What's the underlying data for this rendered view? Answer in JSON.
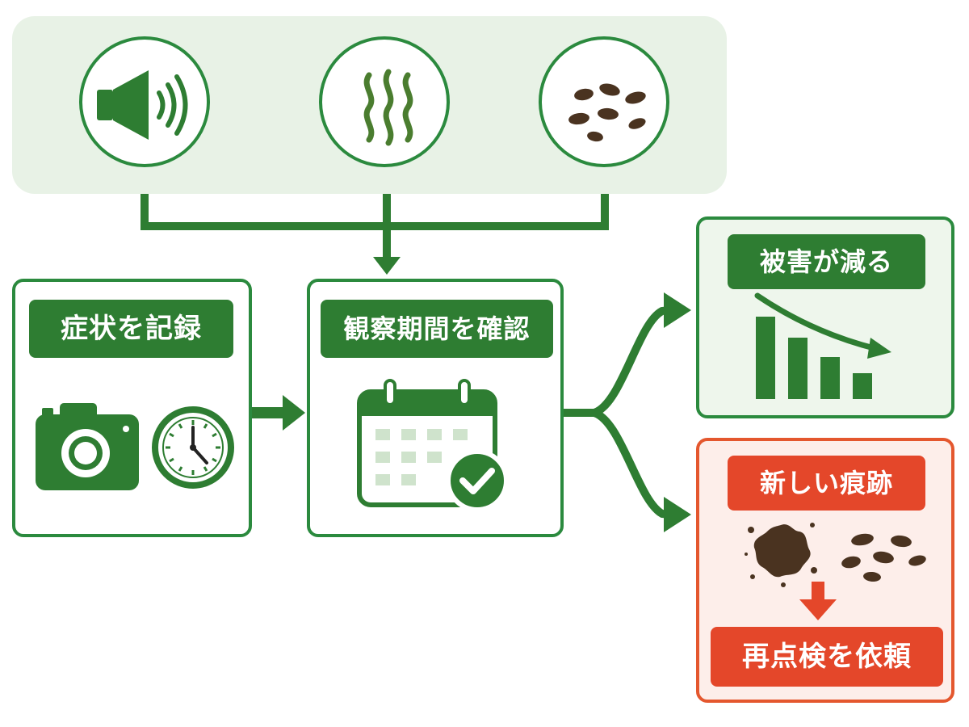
{
  "symptoms": {
    "icons": [
      "speaker-sound-icon",
      "odor-waves-icon",
      "droppings-icon"
    ]
  },
  "steps": {
    "record": {
      "label": "症状を記録",
      "icons": [
        "camera-icon",
        "clock-icon"
      ]
    },
    "observe": {
      "label": "観察期間を確認",
      "icons": [
        "calendar-check-icon"
      ]
    }
  },
  "outcomes": {
    "reduced": {
      "label": "被害が減る",
      "icons": [
        "declining-bar-chart-icon"
      ]
    },
    "new_traces": {
      "label": "新しい痕跡",
      "icons": [
        "stain-icon",
        "droppings-icon",
        "down-arrow-icon"
      ],
      "action_label": "再点検を依頼"
    }
  },
  "colors": {
    "green": "#2e7d32",
    "green_border": "#2b8a3e",
    "panel_tint": "#e8f2e6",
    "alert_red": "#e4472a",
    "alert_tint": "#fdeeea",
    "brown": "#4a3320"
  }
}
